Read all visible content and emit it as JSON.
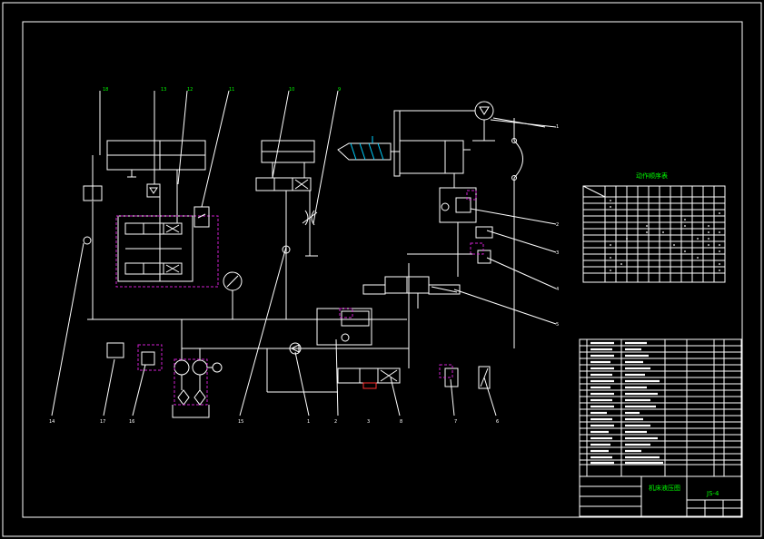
{
  "drawing": {
    "title_block_name": "机床液压图",
    "title_block_code": "JS-4",
    "action_table_title": "动作顺序表",
    "callout_numbers": [
      "18",
      "13",
      "12",
      "11",
      "10",
      "9",
      "1",
      "2",
      "3",
      "4",
      "5",
      "6",
      "7",
      "8",
      "14",
      "17",
      "16",
      "15",
      "1",
      "2",
      "3"
    ]
  },
  "colors": {
    "background": "#000000",
    "line": "#ffffff",
    "text": "#00ff00",
    "accent_magenta": "#d020d0",
    "accent_red": "#ff3030",
    "accent_cyan": "#00d0ff"
  }
}
